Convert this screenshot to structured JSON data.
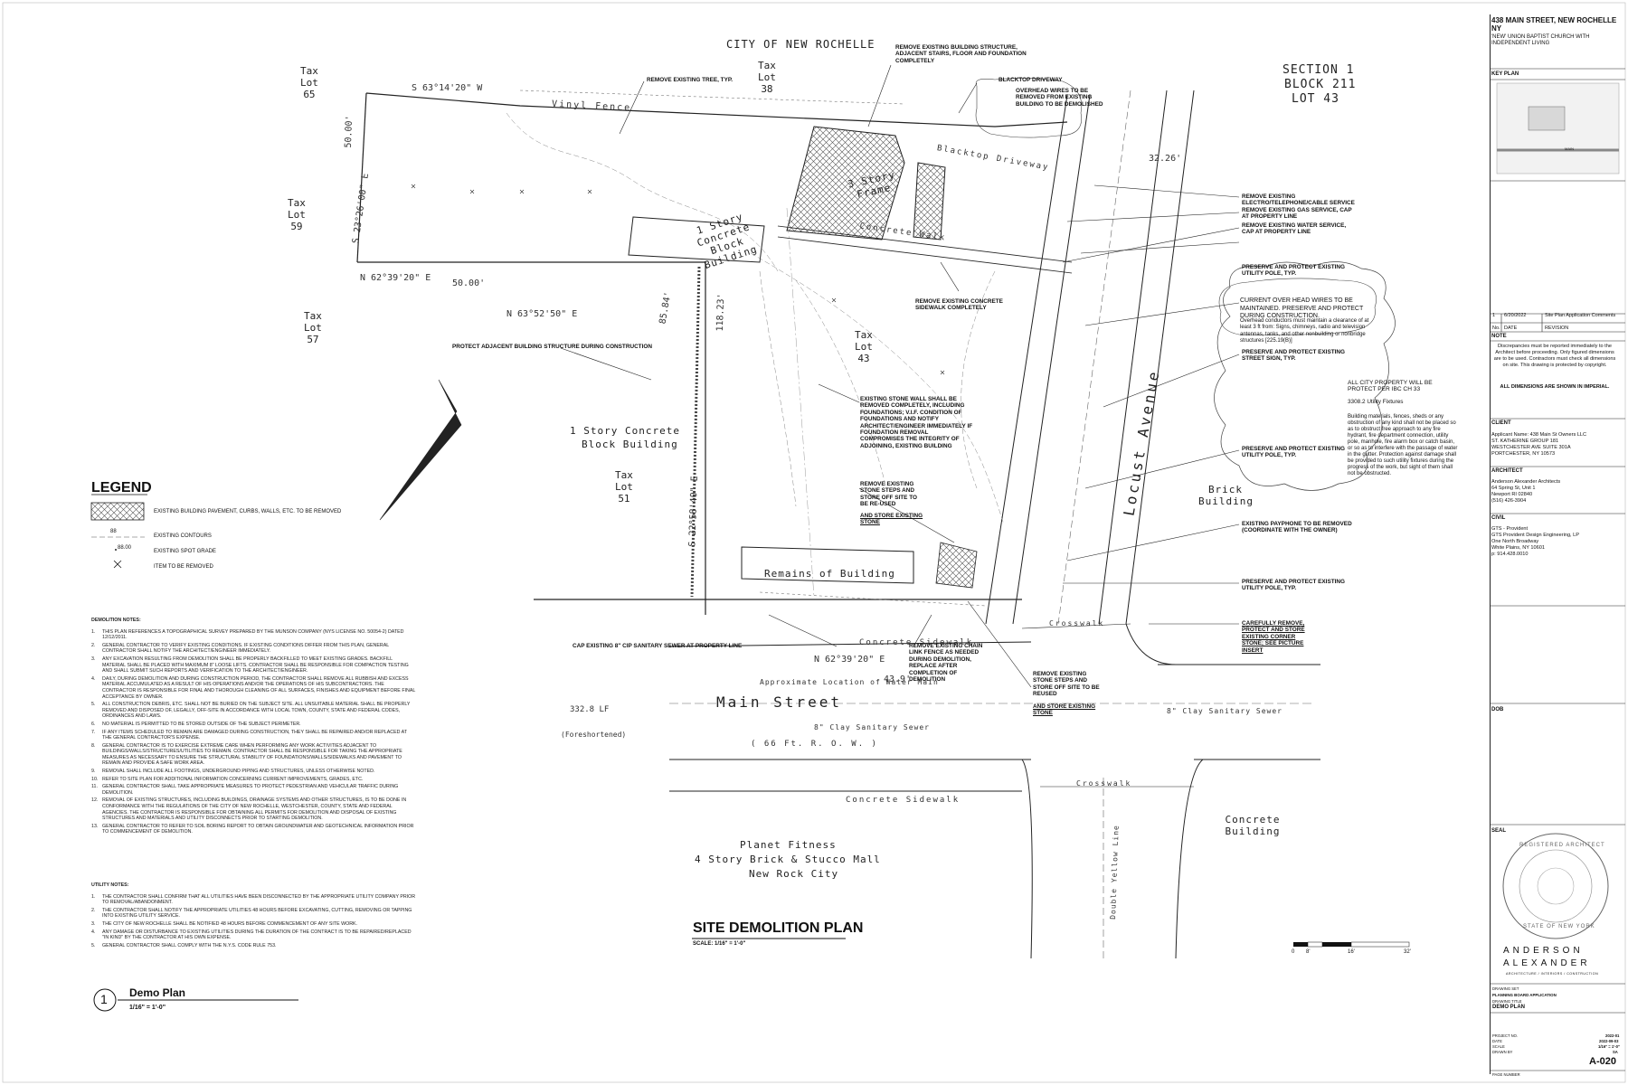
{
  "labels": {
    "city": "CITY OF NEW ROCHELLE",
    "section": "SECTION 1",
    "block": "BLOCK 211",
    "lot": "LOT 43",
    "tax_word": "Tax",
    "lot_word": "Lot",
    "lot_numbers": [
      "65",
      "38",
      "59",
      "57",
      "43",
      "51"
    ],
    "vinyl_fence": "Vinyl Fence",
    "concrete_walk": "Concrete Walk",
    "one_story_concrete": "1 Story Concrete Block Building",
    "one_story_concrete_2": "1 Story Concrete",
    "block_building": "Block Building",
    "three_story_frame": "3 Story Frame",
    "blacktop_driveway": "Blacktop Driveway",
    "locust_avenue": "Locust Avenue",
    "main_street": "Main Street",
    "main_street_row": "( 66 Ft. R. O. W. )",
    "concrete_sidewalk": "Concrete Sidewalk",
    "remains": "Remains of Building",
    "brick_building": "Brick Building",
    "concrete_building": "Concrete Building",
    "planet_fitness": "Planet Fitness",
    "four_story": "4 Story Brick & Stucco Mall",
    "new_rock_city": "New Rock City",
    "crosswalk": "Crosswalk",
    "sanitary_sewer": "8\" Clay Sanitary Sewer",
    "water_main": "Approximate Location of Water Main",
    "double_yellow": "Double Yellow Line",
    "bearing_1": "S 63°14'20\" W",
    "bearing_2": "N 62°39'20\" E",
    "bearing_3": "N 63°52'50\" E",
    "bearing_4": "S 23°26'00\" E",
    "bearing_5": "S 22°58'40\" E",
    "bearing_6": "N 62°39'20\" E",
    "dist_50": "50.00'",
    "dist_50b": "50.00'",
    "dist_8584": "85.84'",
    "dist_11823": "118.23'",
    "dist_3326": "32.26'",
    "dist_439": "43.9'",
    "dist_3328": "332.8 LF",
    "foreshortened": "(Foreshortened)"
  },
  "callouts": {
    "remove_tree": "REMOVE EXISTING TREE, TYP.",
    "remove_building": "REMOVE EXISTING BUILDING STRUCTURE, ADJACENT STAIRS, FLOOR AND FOUNDATION COMPLETELY",
    "blacktop": "BLACKTOP DRIVEWAY",
    "overhead_wires": "OVERHEAD WIRES TO BE REMOVED FROM EXISTING BUILDING TO BE DEMOLISHED",
    "remove_electro": "REMOVE EXISTING ELECTRO/TELEPHONE/CABLE SERVICE",
    "remove_gas": "REMOVE EXISTING GAS SERVICE, CAP AT PROPERTY LINE",
    "remove_water": "REMOVE EXISTING WATER SERVICE, CAP AT PROPERTY LINE",
    "preserve_pole_1": "PRESERVE AND PROTECT EXISTING UTILITY POLE, TYP.",
    "current_overhead": "CURRENT OVER HEAD WIRES TO BE MAINTAINED. PRESERVE AND PROTECT DURING CONSTRUCTION.",
    "overhead_clearance": "Overhead conductors must maintain a clearance of at least 3 ft from: Signs, chimneys, radio and television antennas, tanks, and other nonbuilding or nonbridge structures [225.19(B)]",
    "preserve_sign": "PRESERVE AND PROTECT EXISTING STREET SIGN, TYP.",
    "city_property": "ALL CITY PROPERTY WILL BE PROTECT PER IBC CH 33",
    "utility_fixtures": "3308.2 Utility Fixtures",
    "utility_text": "Building materials, fences, sheds or any obstruction of any kind shall not be placed so as to obstruct free approach to any fire hydrant, fire department connection, utility pole, manhole, fire alarm box or catch basin, or so as to interfere with the passage of water in the gutter. Protection against damage shall be provided to such utility fixtures during the progress of the work, but sight of them shall not be obstructed.",
    "remove_sidewalk": "REMOVE EXISTING CONCRETE SIDEWALK COMPLETELY",
    "protect_adjacent": "PROTECT ADJACENT BUILDING STRUCTURE DURING CONSTRUCTION",
    "stone_wall": "EXISTING STONE WALL SHALL BE REMOVED COMPLETELY, INCLUDING FOUNDATIONS; V.I.F. CONDITION OF FOUNDATIONS AND NOTIFY ARCHITECT/ENGINEER IMMEDIATELY IF FOUNDATION REMOVAL COMPROMISES THE INTEGRITY OF ADJOINING, EXISTING BUILDING",
    "preserve_pole_2": "PRESERVE AND PROTECT EXISTING UTILITY POLE, TYP.",
    "remove_steps_1": "REMOVE EXISTING STONE STEPS AND STORE OFF SITE TO BE RE-USED",
    "store_stone_1": "AND STORE EXISTING STONE",
    "payphone": "EXISTING PAYPHONE TO BE REMOVED (COORDINATE WITH THE OWNER)",
    "preserve_pole_3": "PRESERVE AND PROTECT EXISTING UTILITY POLE, TYP.",
    "corner_stone": "CAREFULLY REMOVE, PROTECT AND STORE EXISTING CORNER STONE; SEE PICTURE INSERT",
    "cap_sewer": "CAP EXISTING 8\" CIP SANITARY SEWER AT PROPERTY LINE",
    "chain_link": "REMOVE EXISTING CHAIN LINK FENCE AS NEEDED DURING DEMOLITION, REPLACE AFTER COMPLETION OF DEMOLITION",
    "remove_steps_2": "REMOVE EXISTING STONE STEPS AND STORE OFF SITE TO BE REUSED",
    "store_stone_2": "AND STORE EXISTING STONE"
  },
  "legend": {
    "title": "LEGEND",
    "items": [
      {
        "symbol": "",
        "label": "EXISTING BUILDING PAVEMENT, CURBS, WALLS, ETC. TO BE REMOVED"
      },
      {
        "symbol": "88",
        "label": "EXISTING CONTOURS"
      },
      {
        "symbol": "88.00",
        "label": "EXISTING SPOT GRADE"
      },
      {
        "symbol": "",
        "label": "ITEM TO BE REMOVED"
      }
    ]
  },
  "demolition_notes": {
    "title": "DEMOLITION NOTES:",
    "items": [
      "THIS PLAN REFERENCES A TOPOGRAPHICAL SURVEY PREPARED BY THE MUNSON COMPANY (NYS LICENSE NO. 50054-2) DATED 12/12/2011.",
      "GENERAL CONTRACTOR TO VERIFY EXISTING CONDITIONS. IF EXISTING CONDITIONS DIFFER FROM THIS PLAN, GENERAL CONTRACTOR SHALL NOTIFY THE ARCHITECT/ENGINEER IMMEDIATELY.",
      "ANY EXCAVATION RESULTING FROM DEMOLITION SHALL BE PROPERLY BACKFILLED TO MEET EXISTING GRADES. BACKFILL MATERIAL SHALL BE PLACED WITH MAXIMUM 8\" LOOSE LIFTS. CONTRACTOR SHALL BE RESPONSIBLE FOR COMPACTION TESTING AND SHALL SUBMIT SUCH REPORTS AND VERIFICATION TO THE ARCHITECT/ENGINEER.",
      "DAILY, DURING DEMOLITION AND DURING CONSTRUCTION PERIOD, THE CONTRACTOR SHALL REMOVE ALL RUBBISH AND EXCESS MATERIAL ACCUMULATED AS A RESULT OF HIS OPERATIONS AND/OR THE OPERATIONS OF HIS SUBCONTRACTORS. THE CONTRACTOR IS RESPONSIBLE FOR FINAL AND THOROUGH CLEANING OF ALL SURFACES, FINISHES AND EQUIPMENT BEFORE FINAL ACCEPTANCE BY OWNER.",
      "ALL CONSTRUCTION DEBRIS, ETC. SHALL NOT BE BURIED ON THE SUBJECT SITE. ALL UNSUITABLE MATERIAL SHALL BE PROPERLY REMOVED AND DISPOSED OF, LEGALLY, OFF-SITE IN ACCORDANCE WITH LOCAL TOWN, COUNTY, STATE AND FEDERAL CODES, ORDINANCES AND LAWS.",
      "NO MATERIAL IS PERMITTED TO BE STORED OUTSIDE OF THE SUBJECT PERIMETER.",
      "IF ANY ITEMS SCHEDULED TO REMAIN ARE DAMAGED DURING CONSTRUCTION, THEY SHALL BE REPAIRED AND/OR REPLACED AT THE GENERAL CONTRACTOR'S EXPENSE.",
      "GENERAL CONTRACTOR IS TO EXERCISE EXTREME CARE WHEN PERFORMING ANY WORK ACTIVITIES ADJACENT TO BUILDINGS/WALLS/STRUCTURES/UTILITIES TO REMAIN. CONTRACTOR SHALL BE RESPONSIBLE FOR TAKING THE APPROPRIATE MEASURES AS NECESSARY TO ENSURE THE STRUCTURAL STABILITY OF FOUNDATIONS/WALLS/SIDEWALKS AND PAVEMENT TO REMAIN AND PROVIDE A SAFE WORK AREA.",
      "REMOVAL SHALL INCLUDE ALL FOOTINGS, UNDERGROUND PIPING AND STRUCTURES, UNLESS OTHERWISE NOTED.",
      "REFER TO SITE PLAN FOR ADDITIONAL INFORMATION CONCERNING CURRENT IMPROVEMENTS, GRADES, ETC.",
      "GENERAL CONTRACTOR SHALL TAKE APPROPRIATE MEASURES TO PROTECT PEDESTRIAN AND VEHICULAR TRAFFIC DURING DEMOLITION.",
      "REMOVAL OF EXISTING STRUCTURES, INCLUDING BUILDINGS, DRAINAGE SYSTEMS AND OTHER STRUCTURES, IS TO BE DONE IN CONFORMANCE WITH THE REGULATIONS OF THE CITY OF NEW ROCHELLE, WESTCHESTER, COUNTY, STATE AND FEDERAL AGENCIES. THE CONTRACTOR IS RESPONSIBLE FOR OBTAINING ALL PERMITS FOR DEMOLITION AND DISPOSAL OF EXISTING STRUCTURES AND MATERIALS AND UTILITY DISCONNECTS PRIOR TO STARTING DEMOLITION.",
      "GENERAL CONTRACTOR TO REFER TO SOIL BORING REPORT TO OBTAIN GROUNDWATER AND GEOTECHNICAL INFORMATION PRIOR TO COMMENCEMENT OF DEMOLITION."
    ]
  },
  "utility_notes": {
    "title": "UTILITY NOTES:",
    "items": [
      "THE CONTRACTOR SHALL CONFIRM THAT ALL UTILITIES HAVE BEEN DISCONNECTED BY THE APPROPRIATE UTILITY COMPANY PRIOR TO REMOVAL/ABANDONMENT.",
      "THE CONTRACTOR SHALL NOTIFY THE APPROPRIATE UTILITIES 48 HOURS BEFORE EXCAVATING, CUTTING, REMOVING OR TAPPING INTO EXISTING UTILITY SERVICE.",
      "THE CITY OF NEW ROCHELLE SHALL BE NOTIFIED 48 HOURS BEFORE COMMENCEMENT OF ANY SITE WORK.",
      "ANY DAMAGE OR DISTURBANCE TO EXISTING UTILITIES DURING THE DURATION OF THE CONTRACT IS TO BE REPAIRED/REPLACED \"IN KIND\" BY THE CONTRACTOR AT HIS OWN EXPENSE.",
      "GENERAL CONTRACTOR SHALL COMPLY WITH THE N.Y.S. CODE RULE 753."
    ]
  },
  "titles": {
    "plan_title": "SITE DEMOLITION PLAN",
    "plan_scale": "SCALE: 1/16\" = 1'-0\"",
    "detail_number": "1",
    "detail_title": "Demo Plan",
    "detail_scale": "1/16\" = 1'-0\"",
    "scale_ticks": [
      "0",
      "8'",
      "16'",
      "32'"
    ]
  },
  "title_block": {
    "project_title": "438 MAIN STREET, NEW ROCHELLE NY",
    "project_subtitle": "'NEW' UNION BAPTIST CHURCH WITH INDEPENDENT LIVING",
    "key_plan": "KEY PLAN",
    "key_plan_street": "MAIN",
    "revision": {
      "no": "1",
      "date": "6/20/2022",
      "text": "Site Plan Application Comments"
    },
    "rev_headers": {
      "no": "No.",
      "date": "DATE",
      "rev": "REVISION"
    },
    "note_title": "NOTE",
    "note_text": "Discrepancies must be reported immediately to the Architect before proceeding. Only figured dimensions are to be used. Contractors must check all dimensions on site. This drawing is protected by copyright.",
    "note_bold": "ALL DIMENSIONS ARE SHOWN IN IMPERIAL.",
    "client_title": "CLIENT",
    "client_lines": [
      "Applicant Name: 438 Main St Owners LLC",
      "ST. KATHERINE GROUP 181",
      "WESTCHESTER AVE SUITE 301A",
      "PORTCHESTER, NY 10573"
    ],
    "architect_title": "ARCHITECT",
    "architect_lines": [
      "Anderson Alexander Architects",
      "64 Spring St, Unit 1",
      "Newport RI 02840",
      "(516) 426-3904"
    ],
    "civil_title": "CIVIL",
    "civil_lines": [
      "GTS - Provident",
      "GTS Provident Design Engineering, LP",
      "One North Broadway",
      "White Plains, NY 10601",
      "p: 914.428.0010"
    ],
    "dob_title": "DOB",
    "seal_title": "SEAL",
    "seal_text": "REGISTERED ARCHITECT",
    "seal_state": "STATE OF NEW YORK",
    "firm_1": "ANDERSON",
    "firm_2": "ALEXANDER",
    "firm_tag": "ARCHITECTURE / INTERIORS / CONSTRUCTION",
    "drawing_set_label": "DRAWING SET",
    "drawing_set": "PLANNING BOARD APPLICATION",
    "drawing_title_label": "DRAWING TITLE",
    "drawing_title": "DEMO PLAN",
    "project_no_label": "PROJECT NO.",
    "project_no": "2022-01",
    "date_label": "DATE",
    "date": "2022-09-03",
    "scale_label": "SCALE",
    "scale": "1/16\" = 1'-0\"",
    "drawn_label": "DRAWN BY",
    "drawn": "SA",
    "sheet": "A-020",
    "page_label": "PAGE NUMBER"
  },
  "colors": {
    "line": "#222222",
    "hatch": "#555555",
    "paper": "#ffffff"
  }
}
